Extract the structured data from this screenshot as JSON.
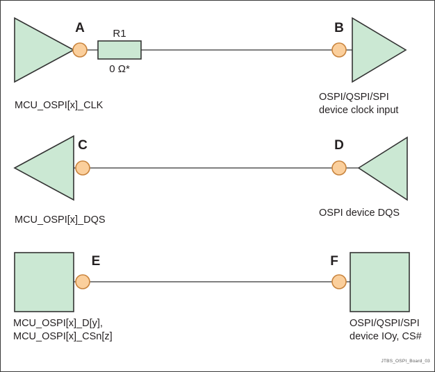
{
  "diagram": {
    "watermark": "JTBS_OSPI_Board_03",
    "colors": {
      "shape_fill": "#cbe8d3",
      "shape_stroke": "#333333",
      "node_fill": "#fbcf9c",
      "node_stroke": "#c8833c",
      "net_stroke": "#333333",
      "text": "#231f20",
      "frame": "#3a3a3a"
    },
    "rows": [
      {
        "id": "row-clk",
        "left_node_letter": "A",
        "right_node_letter": "B",
        "left_label": "MCU_OSPI[x]_CLK",
        "right_label_line1": "OSPI/QSPI/SPI",
        "right_label_line2": "device clock input",
        "left_symbol": "triangle-right",
        "right_symbol": "triangle-right",
        "component": {
          "refdes": "R1",
          "value": "0 Ω*"
        }
      },
      {
        "id": "row-dqs",
        "left_node_letter": "C",
        "right_node_letter": "D",
        "left_label": "MCU_OSPI[x]_DQS",
        "right_label_line1": "OSPI device DQS",
        "right_label_line2": "",
        "left_symbol": "triangle-left",
        "right_symbol": "triangle-left",
        "component": null
      },
      {
        "id": "row-data",
        "left_node_letter": "E",
        "right_node_letter": "F",
        "left_label_line1": "MCU_OSPI[x]_D[y],",
        "left_label_line2": "MCU_OSPI[x]_CSn[z]",
        "right_label_line1": "OSPI/QSPI/SPI",
        "right_label_line2": "device IOy, CS#",
        "left_symbol": "square",
        "right_symbol": "square",
        "component": null
      }
    ]
  }
}
